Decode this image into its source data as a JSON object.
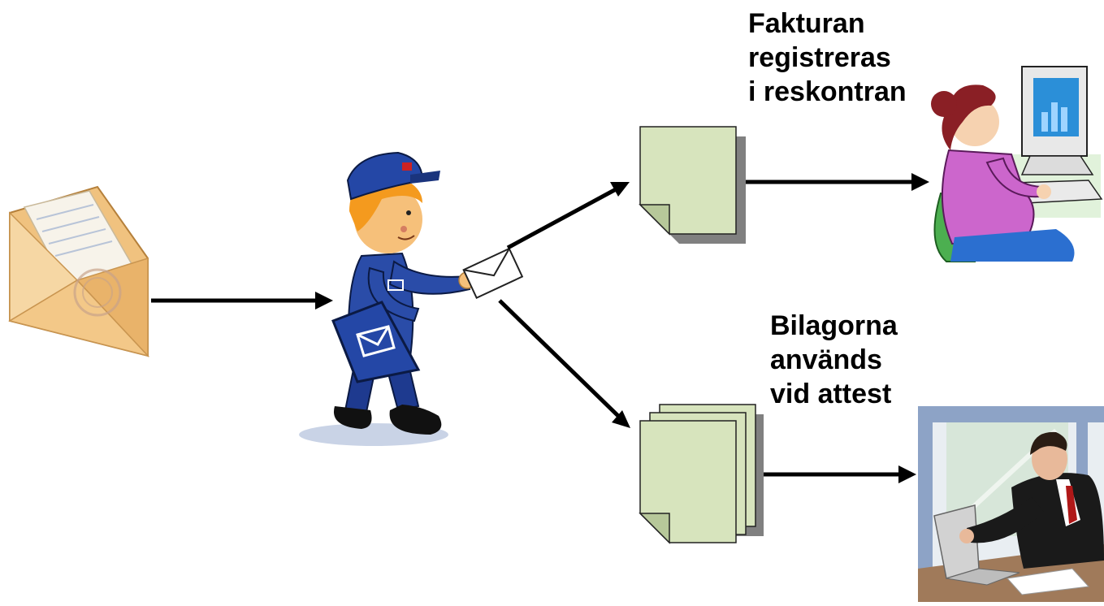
{
  "labels": {
    "invoice": [
      "Fakturan",
      "registreras",
      "i reskontran"
    ],
    "attachments": [
      "Bilagorna",
      "används",
      "vid attest"
    ]
  },
  "colors": {
    "arrow": "#000000",
    "document_fill": "#d7e4bd",
    "document_shadow": "#7f7f7f",
    "envelope": "#f2c98a",
    "postman_uniform": "#1f3f99",
    "woman_shirt": "#cc66cc",
    "monitor": "#2b8fd8"
  },
  "icons": {
    "envelope": "open-envelope-icon",
    "postman": "postman-icon",
    "invoice_document": "document-icon",
    "attachment_documents": "document-stack-icon",
    "clerk": "woman-at-computer-icon",
    "approver": "businessman-at-laptop-icon"
  }
}
